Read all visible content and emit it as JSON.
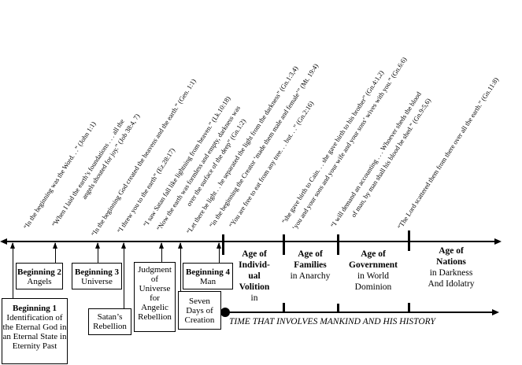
{
  "quotes": [
    "“In the beginning was the Word. . .” (John 1:1)",
    "“When I laid the earth’s foundations . . . all the",
    "angels shouted for joy.” (Job 38:4, 7)",
    "“In the beginning God created the heavens and the earth.” (Gen. 1:1)",
    "“I threw you to the earth” (Ez.28:17)",
    "“I saw Satan fall like lightning from heaven.” (Lk.10:18)",
    "“Now the earth was formless and empty, darkness was",
    "over the surface of the deep” (Gn.1:2)",
    "“Let there be light . . he separated the light from the darkness” (Gn.1:3,4)",
    "“in the beginning the Creator ‘made them male and female’” (Mt. 19:4)",
    "“You are free to eat from any tree. . . but. . .” (Gn.2:16)",
    "“she gave birth to Cain. . . she gave birth to his brother” (Gn.4:1,2)",
    "‘you and your sons and your wife and your sons’ wives with you.” (Gn.6:6)",
    "“I will demand an accounting . . . Whoever sheds the blood",
    "of man, by man shall his blood be shed.” (Gn.9:5,6)",
    "“The Lord scattered them from there over all the earth.” (Gn.11:8)"
  ],
  "beginnings": {
    "b1": {
      "title": "Beginning 1",
      "text": "Identification of the Eternal God in an Eternal State in Eternity Past"
    },
    "b2": {
      "title": "Beginning 2",
      "text": "Angels"
    },
    "b3": {
      "title": "Beginning 3",
      "text": "Universe"
    },
    "b4": {
      "title": "Beginning 4",
      "text": "Man"
    },
    "satan": "Satan’s Rebellion",
    "judgment": "Judgment of Universe for Angelic Rebellion",
    "seven_days": "Seven Days of Creation"
  },
  "ages": [
    {
      "title": "Age of Individ-ual Volition",
      "sub": "in"
    },
    {
      "title": "Age of Families",
      "sub": "in Anarchy"
    },
    {
      "title": "Age of Government",
      "sub": "in World Dominion"
    },
    {
      "title": "Age of Nations",
      "sub": "in Darkness And Idolatry"
    }
  ],
  "timeline_label": "TIME THAT INVOLVES MANKIND AND HIS HISTORY"
}
